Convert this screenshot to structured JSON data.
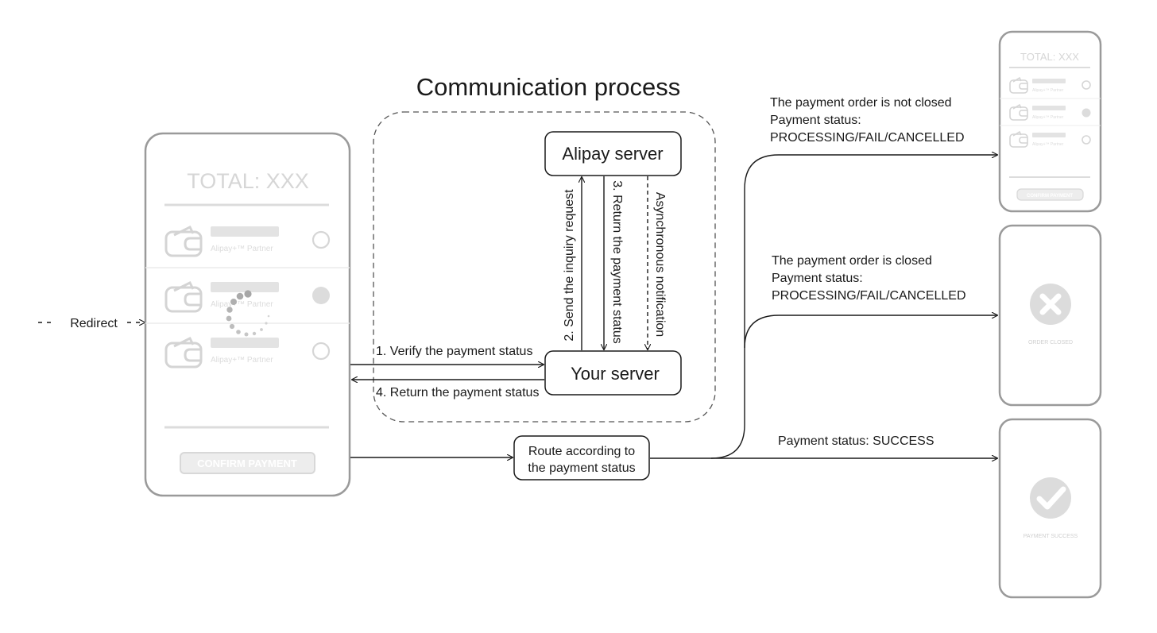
{
  "title": "Communication process",
  "redirect": {
    "label": "Redirect"
  },
  "phone_main": {
    "total": "TOTAL: XXX",
    "items": [
      {
        "partner": "Alipay+™ Partner"
      },
      {
        "partner": "Alipay+™ Partner"
      },
      {
        "partner": "Alipay+™ Partner"
      }
    ],
    "confirm": "CONFIRM PAYMENT"
  },
  "servers": {
    "alipay": "Alipay server",
    "yours": "Your server"
  },
  "steps": {
    "verify": "1. Verify the payment status",
    "send_inquiry": "2. Send the inquiry request",
    "return_status_3": "3. Return the payment status",
    "async_notification": "Asynchronous notification",
    "return_status_4": "4. Return the payment status"
  },
  "route": {
    "line1": "Route according to",
    "line2": "the payment status"
  },
  "outcomes": [
    {
      "line1": "The payment order is not closed",
      "line2": "Payment status:",
      "line3": "PROCESSING/FAIL/CANCELLED"
    },
    {
      "line1": "The payment order is closed",
      "line2": "Payment status:",
      "line3": "PROCESSING/FAIL/CANCELLED"
    },
    {
      "line1": "Payment status: SUCCESS"
    }
  ],
  "phone_small": {
    "total": "TOTAL: XXX",
    "partner": "Alipay+™ Partner",
    "confirm": "CONFIRM PAYMENT"
  },
  "phone_closed": {
    "label": "ORDER CLOSED"
  },
  "phone_success": {
    "label": "PAYMENT SUCCESS"
  },
  "colors": {
    "line": "#1a1a1a",
    "phone_border": "#9a9a9a",
    "faded": "#d9d9d9",
    "faded_text": "#cfcfcf"
  }
}
